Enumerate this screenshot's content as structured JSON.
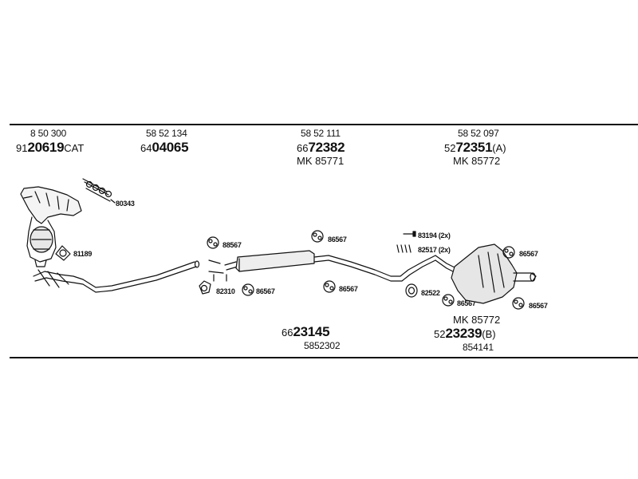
{
  "columns": [
    {
      "oe": "8 50 300",
      "prefix": "91",
      "bold": "20619",
      "suffix": "CAT",
      "mk": ""
    },
    {
      "oe": "58 52 134",
      "prefix": "64",
      "bold": "04065",
      "suffix": "",
      "mk": ""
    },
    {
      "oe": "58 52 111",
      "prefix": "66",
      "bold": "72382",
      "suffix": "",
      "mk": "MK  85771"
    },
    {
      "oe": "58 52 097",
      "prefix": "52",
      "bold": "72351",
      "suffix": "(A)",
      "mk": "MK  85772"
    }
  ],
  "bottom": [
    {
      "prefix": "66",
      "bold": "23145",
      "suffix": "",
      "oe": "5852302",
      "mk": ""
    },
    {
      "prefix": "52",
      "bold": "23239",
      "suffix": "(B)",
      "oe": "854141",
      "mk": "MK  85772"
    }
  ],
  "callouts": {
    "gasket_80343": "80343",
    "ring_81189": "81189",
    "hanger_a": "88567",
    "hanger_b": "86567",
    "hanger_c": "86567",
    "hanger_d": "86567",
    "hanger_e": "86567",
    "hanger_f": "86567",
    "hanger_g": "86567",
    "clamp_82310": "82310",
    "bolt_83194": "83194 (2x)",
    "spring_82517": "82517 (2x)",
    "ring_82522": "82522"
  },
  "colors": {
    "line": "#111111",
    "background": "#ffffff"
  }
}
